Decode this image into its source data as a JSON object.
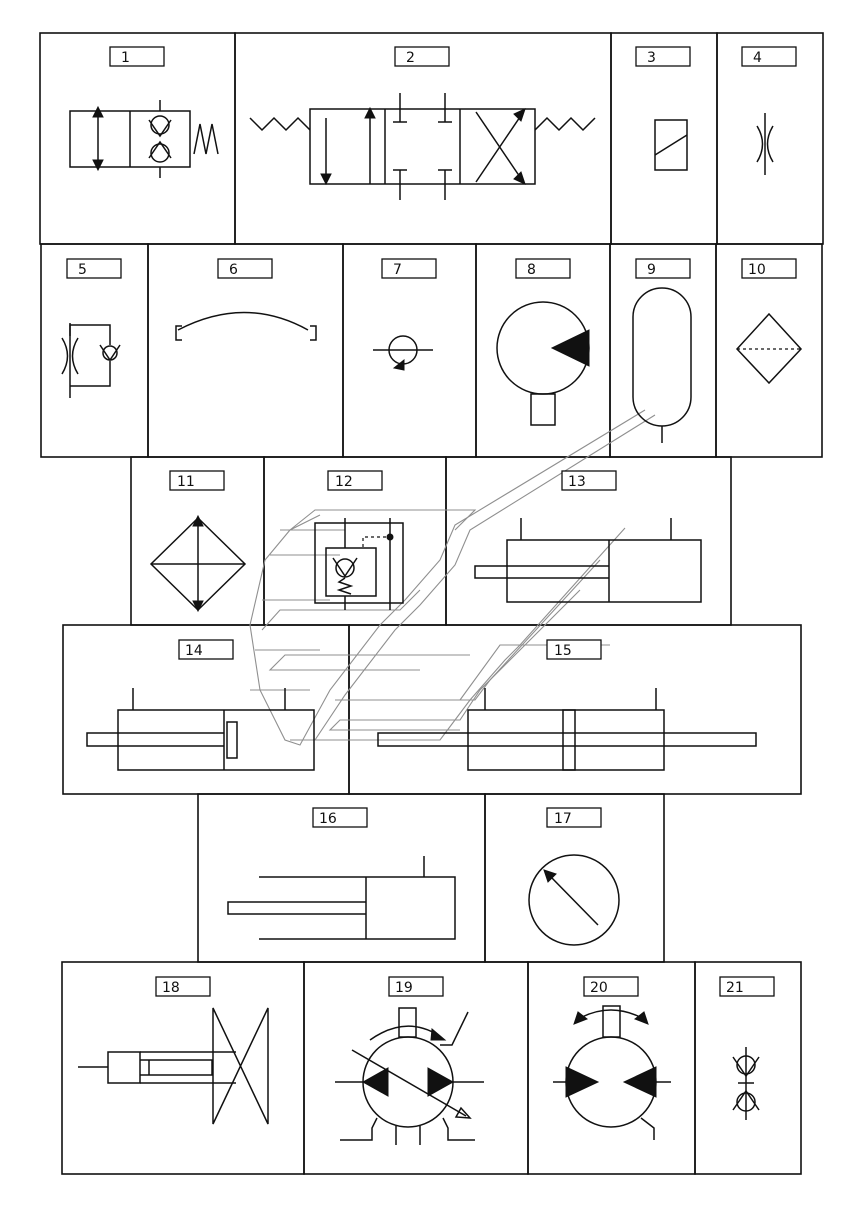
{
  "cells": [
    {
      "num": "1",
      "symbol": "two-way-valve-with-check"
    },
    {
      "num": "2",
      "symbol": "three-position-directional-valve"
    },
    {
      "num": "3",
      "symbol": "filter"
    },
    {
      "num": "4",
      "symbol": "throttle"
    },
    {
      "num": "5",
      "symbol": "throttle-with-check-valve"
    },
    {
      "num": "6",
      "symbol": "flexible-hose"
    },
    {
      "num": "7",
      "symbol": "shaft-rotation"
    },
    {
      "num": "8",
      "symbol": "hydraulic-motor"
    },
    {
      "num": "9",
      "symbol": "accumulator"
    },
    {
      "num": "10",
      "symbol": "filter-diamond"
    },
    {
      "num": "11",
      "symbol": "heat-exchanger"
    },
    {
      "num": "12",
      "symbol": "check-valve-piloted"
    },
    {
      "num": "13",
      "symbol": "telescopic-cylinder"
    },
    {
      "num": "14",
      "symbol": "single-acting-cylinder-cushioned"
    },
    {
      "num": "15",
      "symbol": "double-rod-cylinder"
    },
    {
      "num": "16",
      "symbol": "double-acting-cylinder"
    },
    {
      "num": "17",
      "symbol": "pressure-gauge"
    },
    {
      "num": "18",
      "symbol": "cylinder-with-spring-load"
    },
    {
      "num": "19",
      "symbol": "variable-pump-motor"
    },
    {
      "num": "20",
      "symbol": "bidirectional-motor"
    },
    {
      "num": "21",
      "symbol": "quick-coupling"
    }
  ]
}
